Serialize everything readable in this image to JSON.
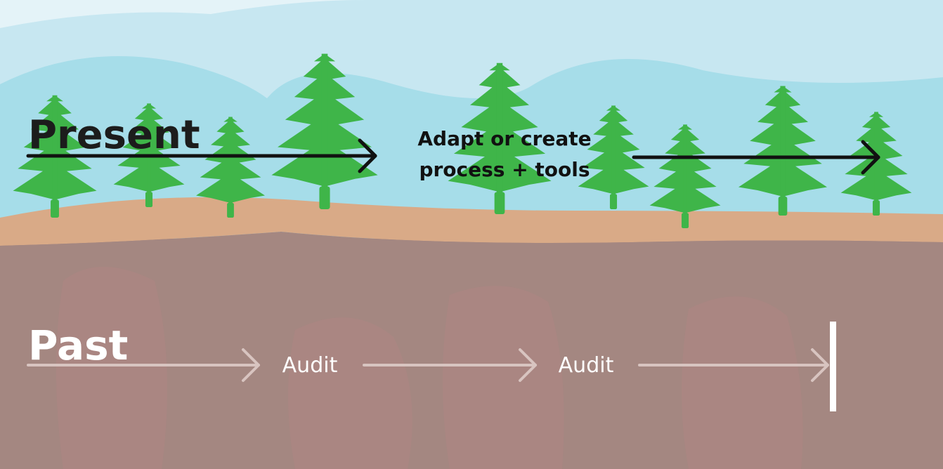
{
  "present": {
    "label": "Present",
    "step_label_line1": "Adapt or create",
    "step_label_line2": "process + tools"
  },
  "past": {
    "label": "Past",
    "steps": [
      "Audit",
      "Audit"
    ]
  },
  "colors": {
    "sky": "#c7e7f1",
    "hills": "#a6dde9",
    "ground": "#d9aa87",
    "earth": "#a48781",
    "tree": "#3fb549",
    "present_text": "#1c1c1c",
    "past_text": "#ffffff"
  },
  "icons": [
    "tree-icon",
    "arrow-right-icon",
    "end-marker-icon"
  ]
}
